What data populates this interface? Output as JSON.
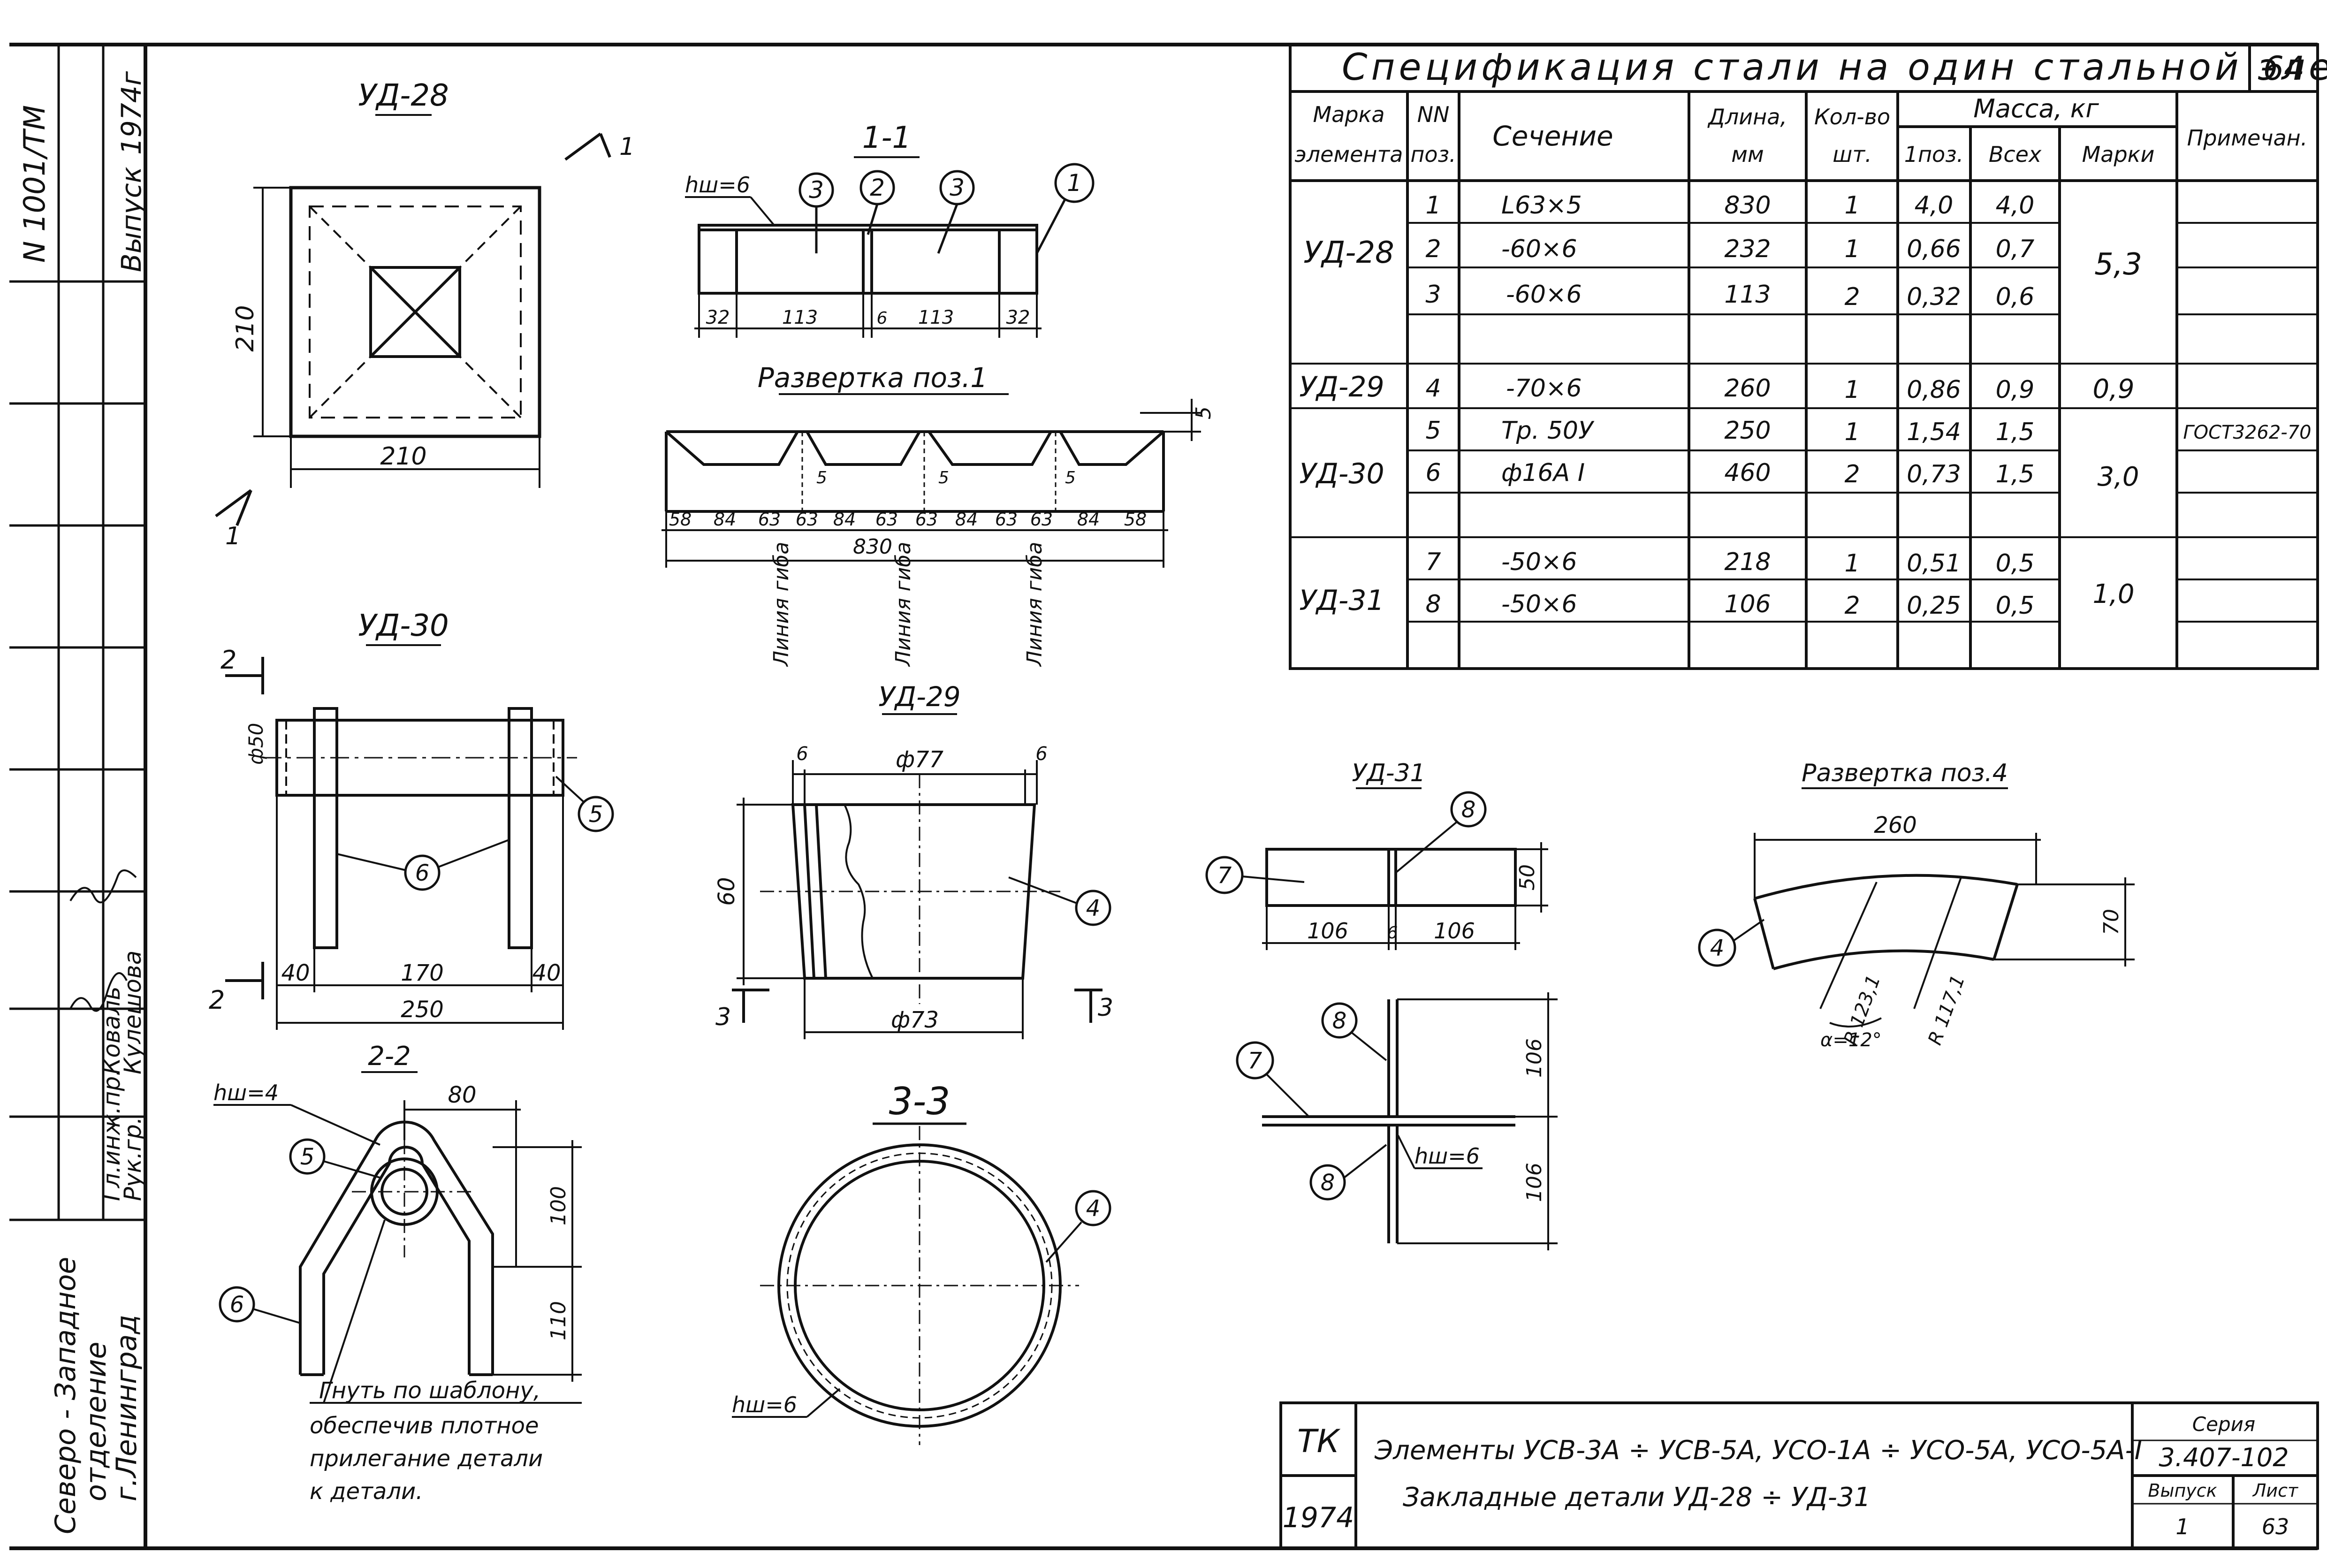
{
  "page": {
    "sheet_number": "64"
  },
  "left_strip": {
    "doc_number": "N 1001/ТМ",
    "issue_label": "Выпуск",
    "issue_year": "1974г",
    "signers": [
      {
        "role": "Гл.инж.пр.",
        "name": "Коваль"
      },
      {
        "role": "Рук.гр.",
        "name": "Кулешова"
      }
    ],
    "org": [
      "Северо - Западное",
      "отделение",
      "г.Ленинград"
    ]
  },
  "spec": {
    "title": "Спецификация стали на один стальной элемент",
    "headers": {
      "mark": [
        "Марка",
        "элемента"
      ],
      "pos": [
        "NN",
        "поз."
      ],
      "section": "Сечение",
      "length": [
        "Длина,",
        "мм"
      ],
      "qty": [
        "Кол-во",
        "шт."
      ],
      "mass": "Масса, кг",
      "mass_1": "1поз.",
      "mass_all": "Всех",
      "mass_mark": "Марки",
      "note": "Примечан."
    },
    "groups": [
      {
        "mark": "УД-28",
        "mark_mass": "5,3",
        "rows": [
          {
            "pos": "1",
            "section": "L63×5",
            "length": "830",
            "qty": "1",
            "m1": "4,0",
            "mall": "4,0",
            "note": ""
          },
          {
            "pos": "2",
            "section": "-60×6",
            "length": "232",
            "qty": "1",
            "m1": "0,66",
            "mall": "0,7",
            "note": ""
          },
          {
            "pos": "3",
            "section": "-60×6",
            "length": "113",
            "qty": "2",
            "m1": "0,32",
            "mall": "0,6",
            "note": ""
          }
        ]
      },
      {
        "mark": "УД-29",
        "mark_mass": "0,9",
        "rows": [
          {
            "pos": "4",
            "section": "-70×6",
            "length": "260",
            "qty": "1",
            "m1": "0,86",
            "mall": "0,9",
            "note": ""
          }
        ]
      },
      {
        "mark": "УД-30",
        "mark_mass": "3,0",
        "rows": [
          {
            "pos": "5",
            "section": "Тр. 50У",
            "length": "250",
            "qty": "1",
            "m1": "1,54",
            "mall": "1,5",
            "note": "ГОСТ3262-70"
          },
          {
            "pos": "6",
            "section": "ф16А I",
            "length": "460",
            "qty": "2",
            "m1": "0,73",
            "mall": "1,5",
            "note": ""
          }
        ]
      },
      {
        "mark": "УД-31",
        "mark_mass": "1,0",
        "rows": [
          {
            "pos": "7",
            "section": "-50×6",
            "length": "218",
            "qty": "1",
            "m1": "0,51",
            "mall": "0,5",
            "note": ""
          },
          {
            "pos": "8",
            "section": "-50×6",
            "length": "106",
            "qty": "2",
            "m1": "0,25",
            "mall": "0,5",
            "note": ""
          }
        ]
      }
    ]
  },
  "drawings": {
    "ud28": {
      "title": "УД-28",
      "dim_h": "210",
      "dim_w": "210",
      "cut_mark": "1",
      "sec_title": "1-1",
      "weld": "hш=6",
      "bubbles": [
        "3",
        "2",
        "3",
        "1"
      ],
      "dims": [
        "32",
        "113",
        "6",
        "113",
        "32"
      ]
    },
    "unfold1": {
      "title": "Развертка поз.1",
      "dims": [
        "58",
        "84",
        "63",
        "63",
        "84",
        "63",
        "63",
        "84",
        "63",
        "63",
        "84",
        "58"
      ],
      "notch": "5",
      "total": "830",
      "bend_lines": [
        "Линия гиба",
        "Линия гиба",
        "Линия гиба"
      ]
    },
    "ud30": {
      "title": "УД-30",
      "cut": "2",
      "dia": "ф50",
      "bubble_pipe": "5",
      "bubble_rod": "6",
      "dims": [
        "40",
        "170",
        "40"
      ],
      "total": "250"
    },
    "sec22": {
      "title": "2-2",
      "weld": "hш=4",
      "dim_w": "80",
      "dim_h1": "100",
      "dim_h2": "110",
      "bubble_pipe": "5",
      "bubble_rod": "6",
      "note": [
        "Гнуть по шаблону,",
        "обеспечив плотное",
        "прилегание детали",
        "к детали."
      ]
    },
    "ud29": {
      "title": "УД-29",
      "dia_top": "ф77",
      "dia_bottom": "ф73",
      "height": "60",
      "thick": "6",
      "bubble": "4",
      "cut": "3"
    },
    "sec33": {
      "title": "3-3",
      "weld": "hш=6",
      "bubble": "4"
    },
    "ud31": {
      "title": "УД-31",
      "b7": "7",
      "b8": "8",
      "dims": [
        "106",
        "6",
        "106"
      ],
      "height": "50",
      "v1": "106",
      "v2": "106",
      "weld": "hш=6"
    },
    "unfold4": {
      "title": "Развертка поз.4",
      "chord": "260",
      "width": "70",
      "r1": "R 123,1",
      "r2": "R 117,1",
      "angle": "α=12°",
      "bubble": "4"
    }
  },
  "title_block": {
    "code": "ТК",
    "year": "1974",
    "line1": "Элементы УСВ-3А ÷ УСВ-5А, УСО-1А ÷ УСО-5А, УСО-5А-I",
    "line2": "Закладные детали УД-28 ÷ УД-31",
    "series_label": "Серия",
    "series_value": "3.407-102",
    "issue_label": "Выпуск",
    "issue_value": "1",
    "sheet_label": "Лист",
    "sheet_value": "63"
  }
}
